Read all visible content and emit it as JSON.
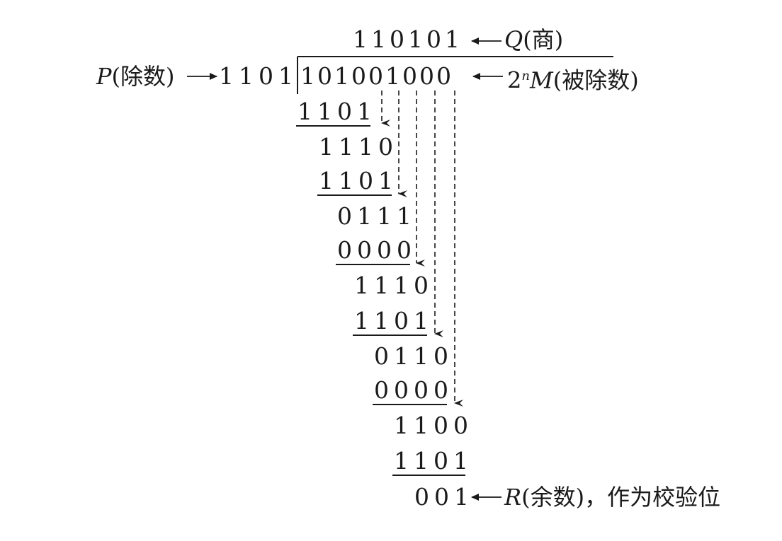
{
  "quotient": {
    "digits": "110101",
    "label_var": "Q",
    "label_rest": "(商)"
  },
  "divisor": {
    "label_var": "P",
    "label_rest": "(除数)",
    "digits": "1101"
  },
  "dividend": {
    "digits": "101001000",
    "label_prefix": "2",
    "label_sup": "n",
    "label_var": "M",
    "label_rest": "(被除数)"
  },
  "steps": [
    {
      "subtrahend": "1101",
      "difference": "1110"
    },
    {
      "subtrahend": "1101",
      "difference": "0111"
    },
    {
      "subtrahend": "0000",
      "difference": "1110"
    },
    {
      "subtrahend": "1101",
      "difference": "0110"
    },
    {
      "subtrahend": "0000",
      "difference": "1100"
    },
    {
      "subtrahend": "1101",
      "difference": "001"
    }
  ],
  "remainder": {
    "label_var": "R",
    "label_rest": "(余数)，作为校验位"
  }
}
